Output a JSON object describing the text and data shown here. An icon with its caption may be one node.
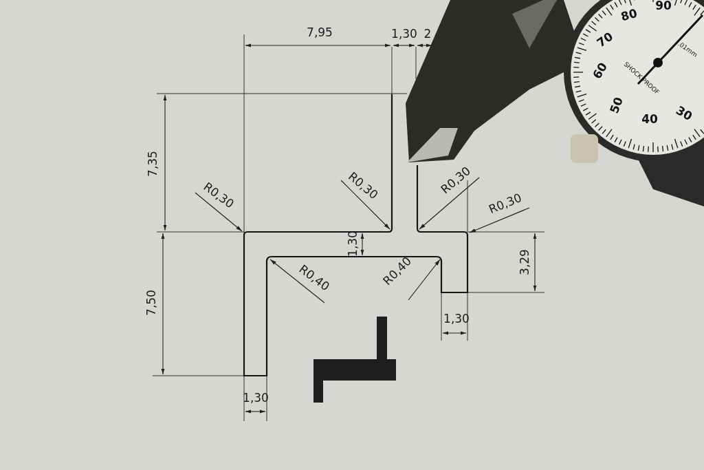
{
  "diagram": {
    "nodes": [
      {
        "text": [
          "R0,30"
        ]
      },
      {
        "text": [
          "R0,30"
        ]
      },
      {
        "text": [
          "R0,30"
        ]
      },
      {
        "text": [
          "R0,30"
        ]
      },
      {
        "text": [
          "R0,40"
        ]
      },
      {
        "text": [
          "R0,40"
        ]
      }
    ],
    "edges": [
      {
        "from": 0,
        "to": null,
        "arrow": "to"
      },
      {
        "from": 1,
        "to": null,
        "arrow": "to"
      },
      {
        "from": 2,
        "to": null,
        "arrow": "to"
      },
      {
        "from": 3,
        "to": null,
        "arrow": "to"
      },
      {
        "from": 4,
        "to": null,
        "arrow": "to"
      },
      {
        "from": 5,
        "to": null,
        "arrow": "to"
      }
    ],
    "labels": [
      "7,95",
      "1,30",
      "2",
      "80",
      "90",
      "70",
      ".01mm",
      "SHOCK PROOF",
      "60",
      "7,35",
      "50",
      "40",
      "30",
      "1,30",
      "3,29",
      "7,50",
      "1,30",
      "1,30"
    ]
  }
}
